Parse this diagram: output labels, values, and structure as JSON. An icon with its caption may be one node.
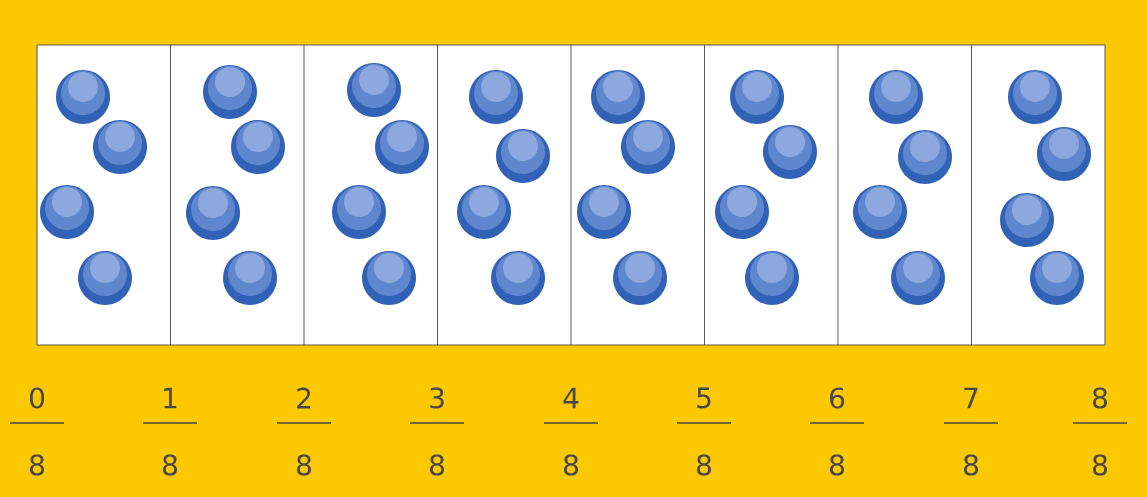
{
  "diagram": {
    "labels": [
      "0",
      "1",
      "2",
      "3",
      "4",
      "5",
      "6",
      "7",
      "8",
      "8",
      "8",
      "8",
      "8",
      "8",
      "8",
      "8",
      "8",
      "8"
    ]
  }
}
